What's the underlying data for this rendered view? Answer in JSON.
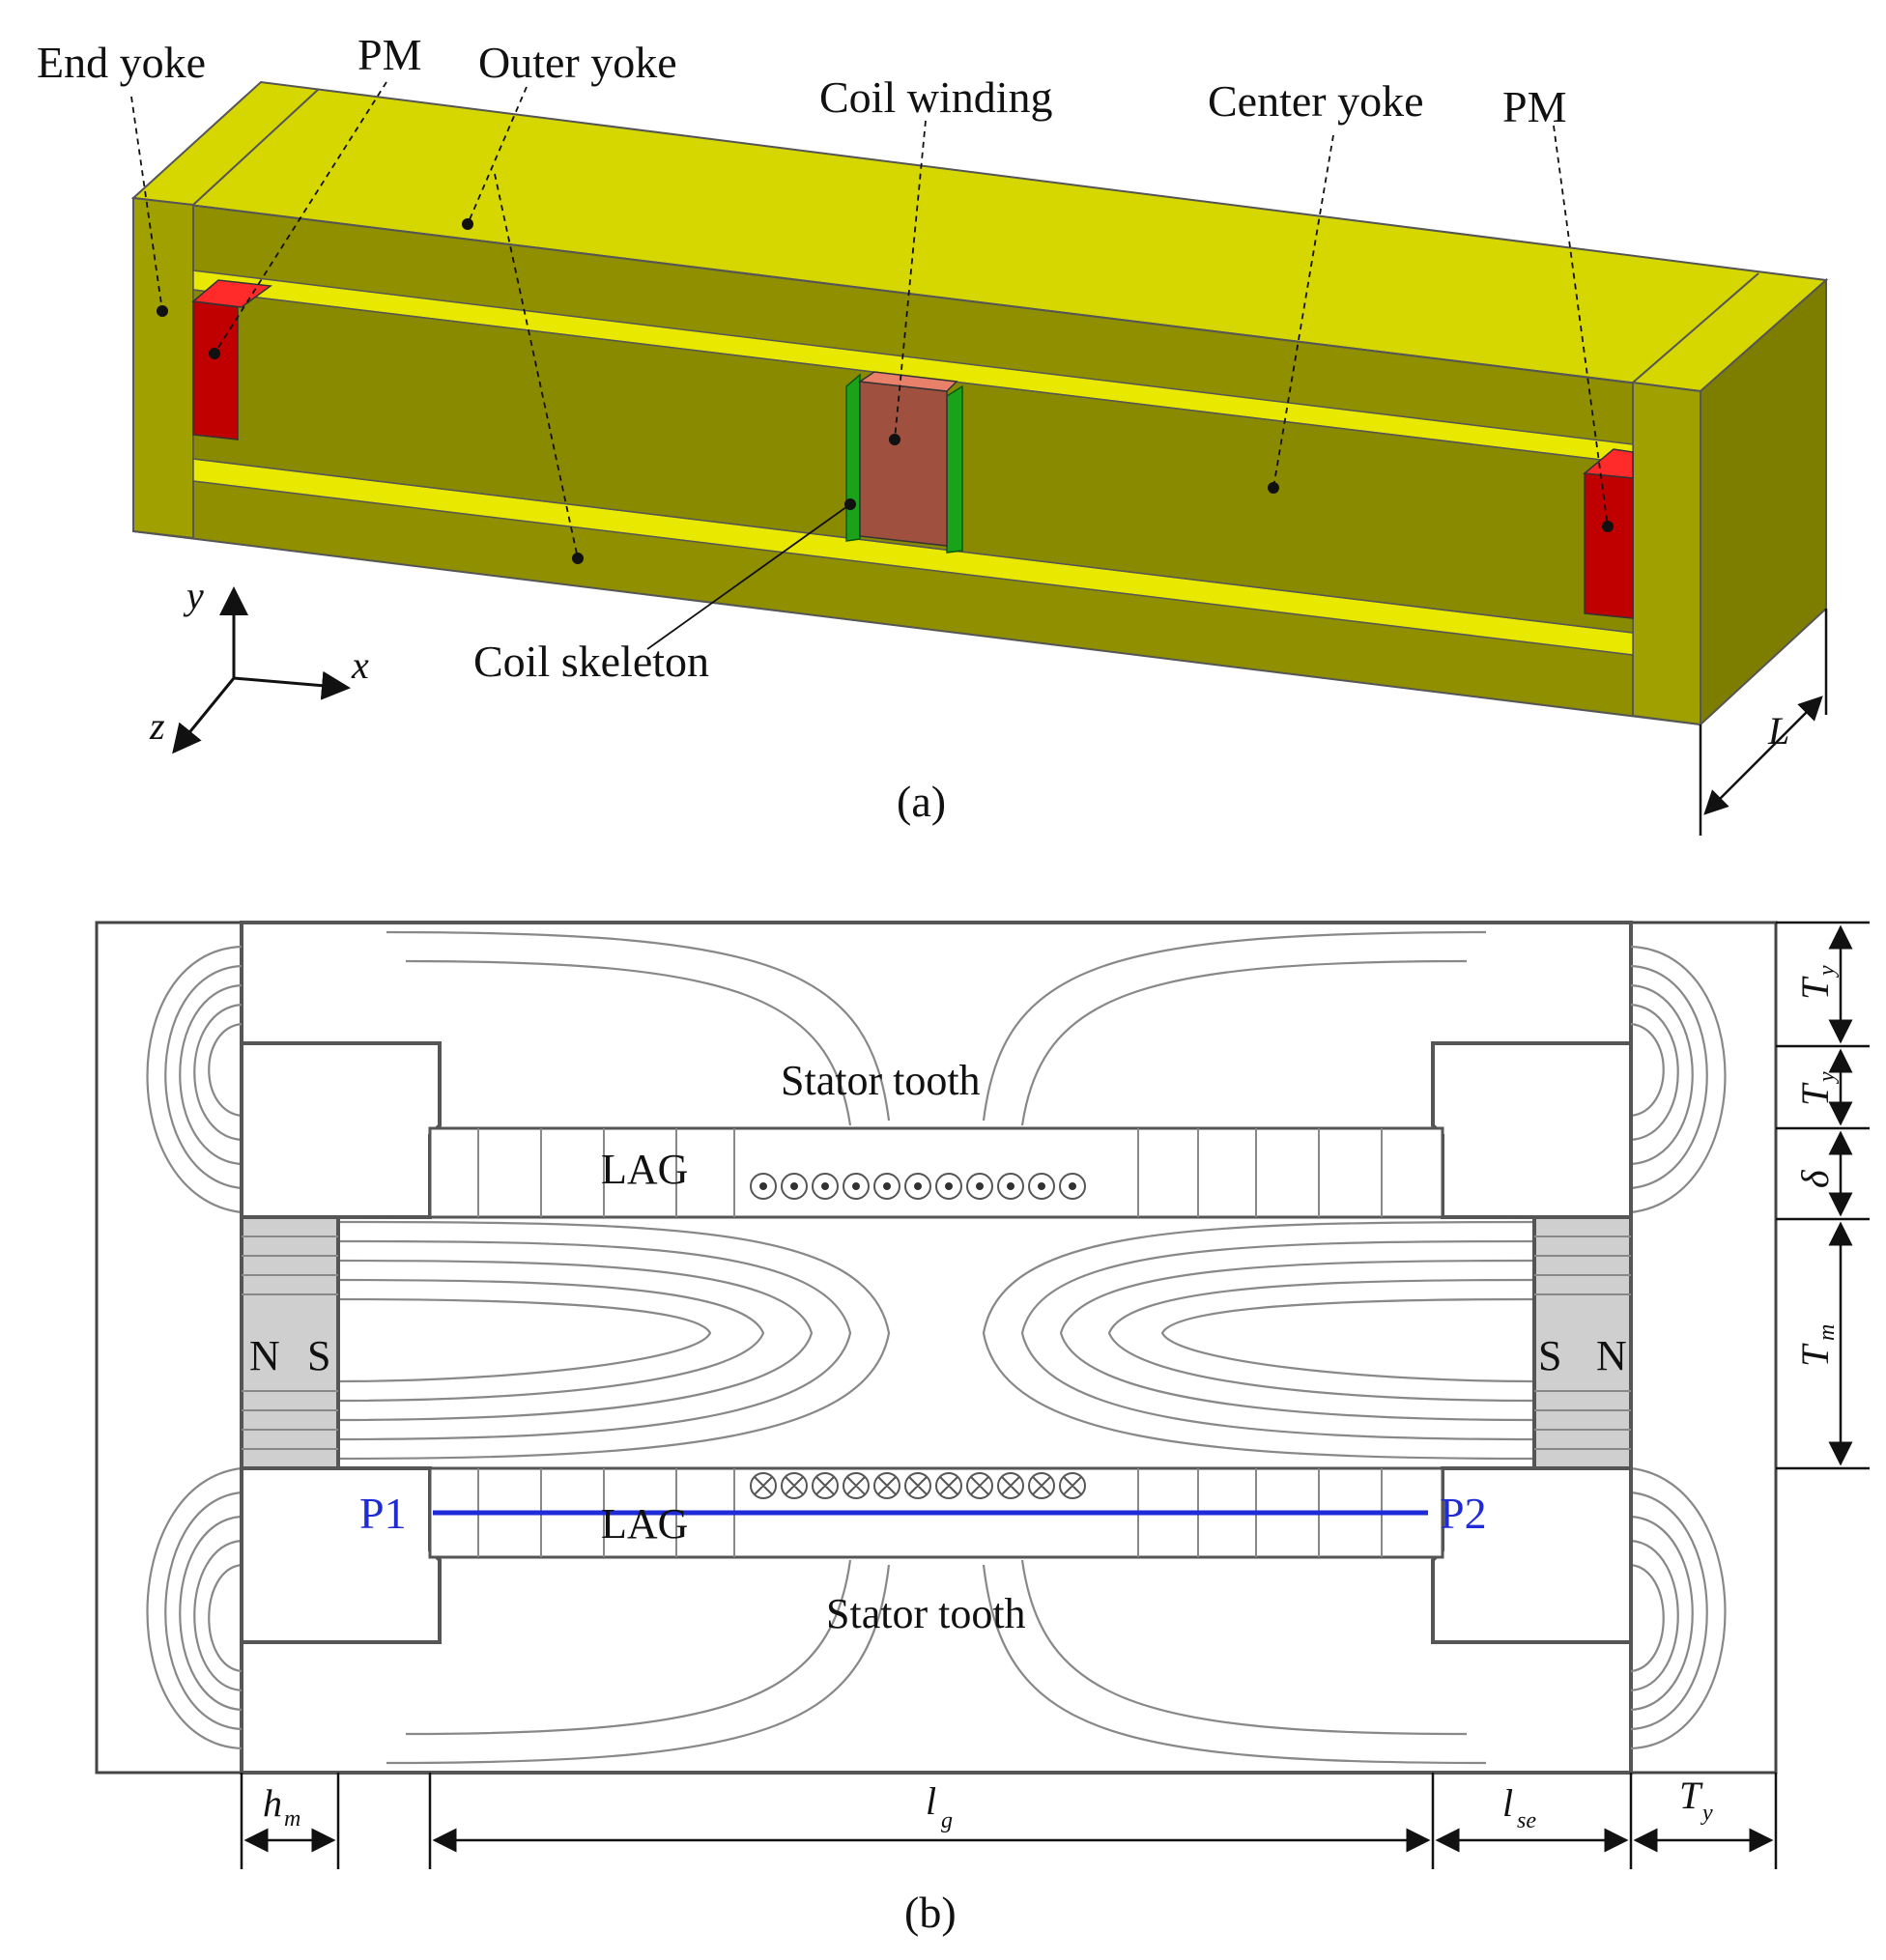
{
  "panel_a": {
    "caption": "(a)",
    "labels": {
      "end_yoke": "End yoke",
      "pm_left": "PM",
      "outer_yoke": "Outer yoke",
      "coil_winding": "Coil winding",
      "center_yoke": "Center yoke",
      "pm_right": "PM",
      "coil_skeleton": "Coil skeleton"
    },
    "axes": {
      "x": "x",
      "y": "y",
      "z": "z"
    },
    "length_label": "L",
    "colors": {
      "yoke": "#d6d600",
      "yoke_dark": "#8a8a00",
      "pm": "#cc0000",
      "coil": "#a0503e",
      "skeleton": "#1aa31a"
    }
  },
  "panel_b": {
    "caption": "(b)",
    "stator_tooth_top": "Stator tooth",
    "stator_tooth_bottom": "Stator tooth",
    "lag_top": "LAG",
    "lag_bottom": "LAG",
    "magnet_left": {
      "n": "N",
      "s": "S"
    },
    "magnet_right": {
      "s": "S",
      "n": "N"
    },
    "probe_start": "P1",
    "probe_end": "P2",
    "probe_color": "#1f2bd6",
    "dims_right": [
      {
        "sym": "T",
        "sub": "y"
      },
      {
        "sym": "T",
        "sub": "y"
      },
      {
        "sym": "δ",
        "sub": ""
      },
      {
        "sym": "T",
        "sub": "m"
      }
    ],
    "dims_bottom": [
      {
        "sym": "h",
        "sub": "m"
      },
      {
        "sym": "l",
        "sub": "g"
      },
      {
        "sym": "l",
        "sub": "se"
      },
      {
        "sym": "T",
        "sub": "y"
      }
    ]
  }
}
